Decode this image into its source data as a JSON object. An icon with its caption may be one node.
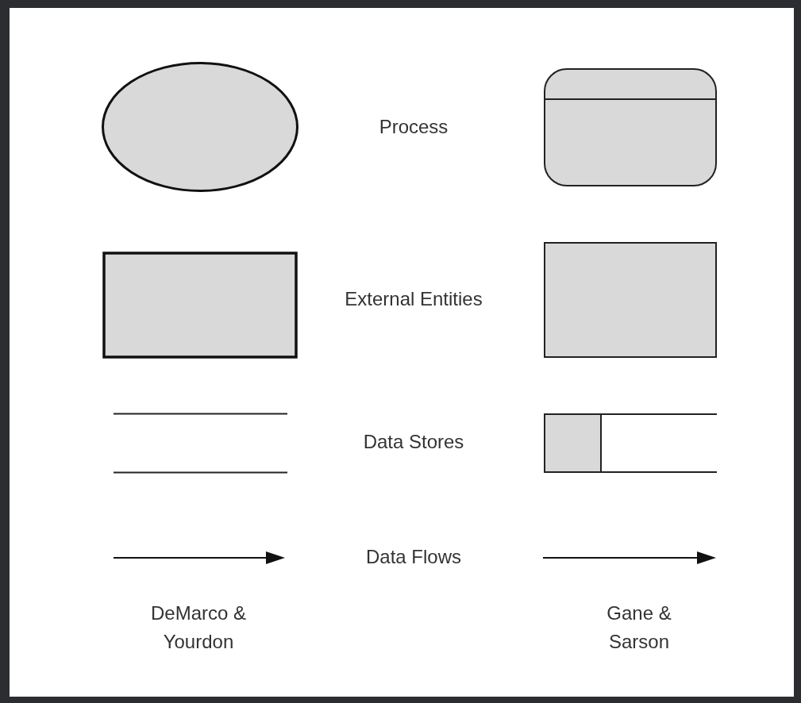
{
  "diagram": {
    "nodes": [
      {
        "text": [],
        "shape": "ellipse"
      },
      {
        "text": [],
        "shape": "rounded-box"
      },
      {
        "text": [],
        "shape": "box"
      },
      {
        "text": [],
        "shape": "box"
      },
      {
        "text": [],
        "shape": "lines"
      },
      {
        "text": [],
        "shape": "open-box"
      }
    ],
    "labels": [
      "Process",
      "External Entities",
      "Data Stores",
      "Data Flows",
      "DeMarco & Yourdon",
      "Gane & Sarson"
    ]
  }
}
